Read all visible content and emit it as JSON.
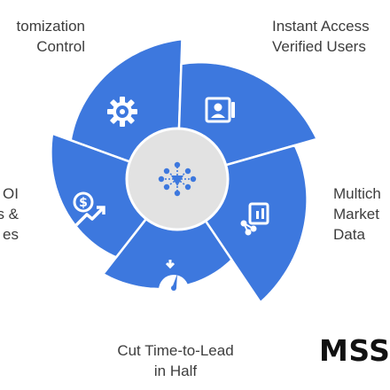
{
  "colors": {
    "segment_fill": "#3d78de",
    "segment_stroke": "#2f5fb3",
    "hub_fill": "#e2e2e2",
    "hub_stroke": "#ffffff",
    "icon_color": "#ffffff",
    "hub_icon_color": "#3d78de",
    "text": "#3d3d3d",
    "brand": "#111111"
  },
  "hub": {
    "icon": "network-nodes-icon"
  },
  "segments": [
    {
      "icon": "gear-icon"
    },
    {
      "icon": "contact-card-icon"
    },
    {
      "icon": "share-chart-icon"
    },
    {
      "icon": "speedometer-icon"
    },
    {
      "icon": "dollar-growth-icon"
    }
  ],
  "labels": {
    "top_left": [
      "tomization",
      "Control"
    ],
    "top_right": [
      "Instant Access",
      "Verified Users"
    ],
    "right": [
      "Multich",
      "Market",
      "Data"
    ],
    "left": [
      "OI",
      "s &",
      "es"
    ],
    "bottom": [
      "Cut Time-to-Lead",
      "in Half"
    ]
  },
  "brand": "MSSI"
}
